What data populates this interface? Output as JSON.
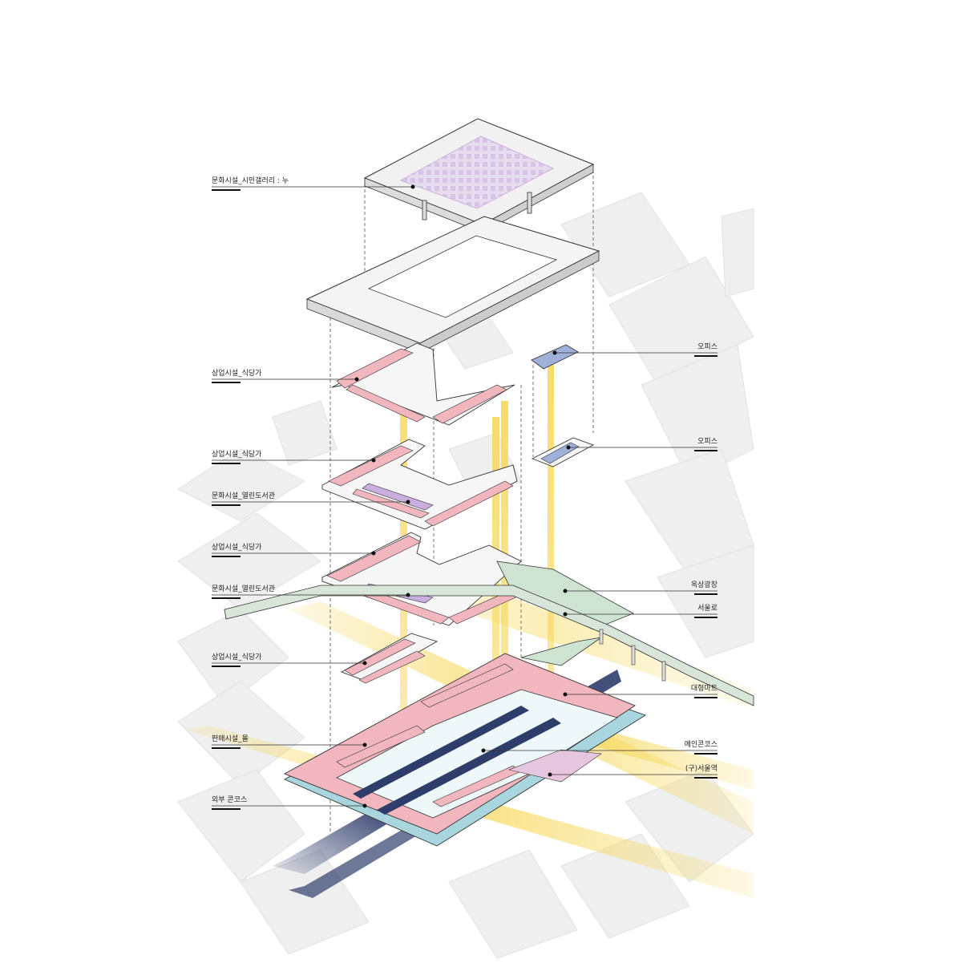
{
  "labels": {
    "gallery": "문화시설_시민갤러리 : 누",
    "commercial_1": "상업시설_식당가",
    "commercial_2": "상업시설_식당가",
    "library_1": "문화시설_열린도서관",
    "commercial_3": "상업시설_식당가",
    "library_2": "문화시설_열린도서관",
    "commercial_4": "상업시설_식당가",
    "mall": "판매시설_몰",
    "outer_concourse": "외부 콘코스",
    "office_1": "오피스",
    "office_2": "오피스",
    "rooftop_plaza": "옥상광장",
    "seoullo": "서울로",
    "hypermarket": "대형마트",
    "main_concourse": "메인콘코스",
    "old_station": "(구)서울역"
  },
  "colors": {
    "commercial": "#f2b6bf",
    "culture": "#c9aee0",
    "office": "#9fb0d9",
    "plaza": "#cfe3d2",
    "concourse": "#a9d6de",
    "rail": "#2f3d6b",
    "circulation": "#f6d85a",
    "roof": "#f1f1f1",
    "city": "#ececec",
    "line": "#333333"
  }
}
